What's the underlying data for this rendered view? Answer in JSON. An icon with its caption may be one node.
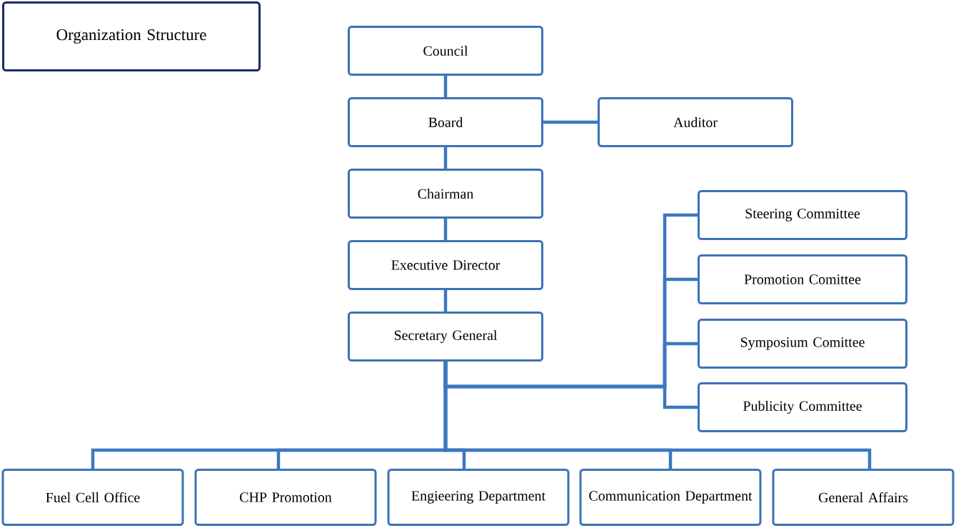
{
  "diagram": {
    "nodes": [
      {
        "text": [
          "Organization Structure"
        ]
      },
      {
        "text": [
          "Council"
        ]
      },
      {
        "text": [
          "Board"
        ]
      },
      {
        "text": [
          "Auditor"
        ]
      },
      {
        "text": [
          "Chairman"
        ]
      },
      {
        "text": [
          "Executive Director"
        ]
      },
      {
        "text": [
          "Secretary General"
        ]
      },
      {
        "text": [
          "Steering Committee"
        ]
      },
      {
        "text": [
          "Promotion Comittee"
        ]
      },
      {
        "text": [
          "Symposium Comittee"
        ]
      },
      {
        "text": [
          "Publicity Committee"
        ]
      },
      {
        "text": [
          "Fuel Cell Office"
        ]
      },
      {
        "text": [
          "CHP Promotion"
        ]
      },
      {
        "text": [
          "Engieering Department"
        ]
      },
      {
        "text": [
          "Communication Department"
        ]
      },
      {
        "text": [
          "General Affairs"
        ]
      }
    ],
    "edges": [
      {
        "from": 1,
        "to": 2,
        "arrow": "none"
      },
      {
        "from": 2,
        "to": 3,
        "arrow": "none"
      },
      {
        "from": 2,
        "to": 4,
        "arrow": "none"
      },
      {
        "from": 4,
        "to": 5,
        "arrow": "none"
      },
      {
        "from": 5,
        "to": 6,
        "arrow": "none"
      },
      {
        "from": 6,
        "to": 7,
        "arrow": "none"
      },
      {
        "from": 6,
        "to": 8,
        "arrow": "none"
      },
      {
        "from": 6,
        "to": 9,
        "arrow": "none"
      },
      {
        "from": 6,
        "to": 10,
        "arrow": "none"
      },
      {
        "from": 6,
        "to": 11,
        "arrow": "none"
      },
      {
        "from": 6,
        "to": 12,
        "arrow": "none"
      },
      {
        "from": 6,
        "to": 13,
        "arrow": "none"
      },
      {
        "from": 6,
        "to": 14,
        "arrow": "none"
      },
      {
        "from": 6,
        "to": 15,
        "arrow": "none"
      }
    ]
  }
}
